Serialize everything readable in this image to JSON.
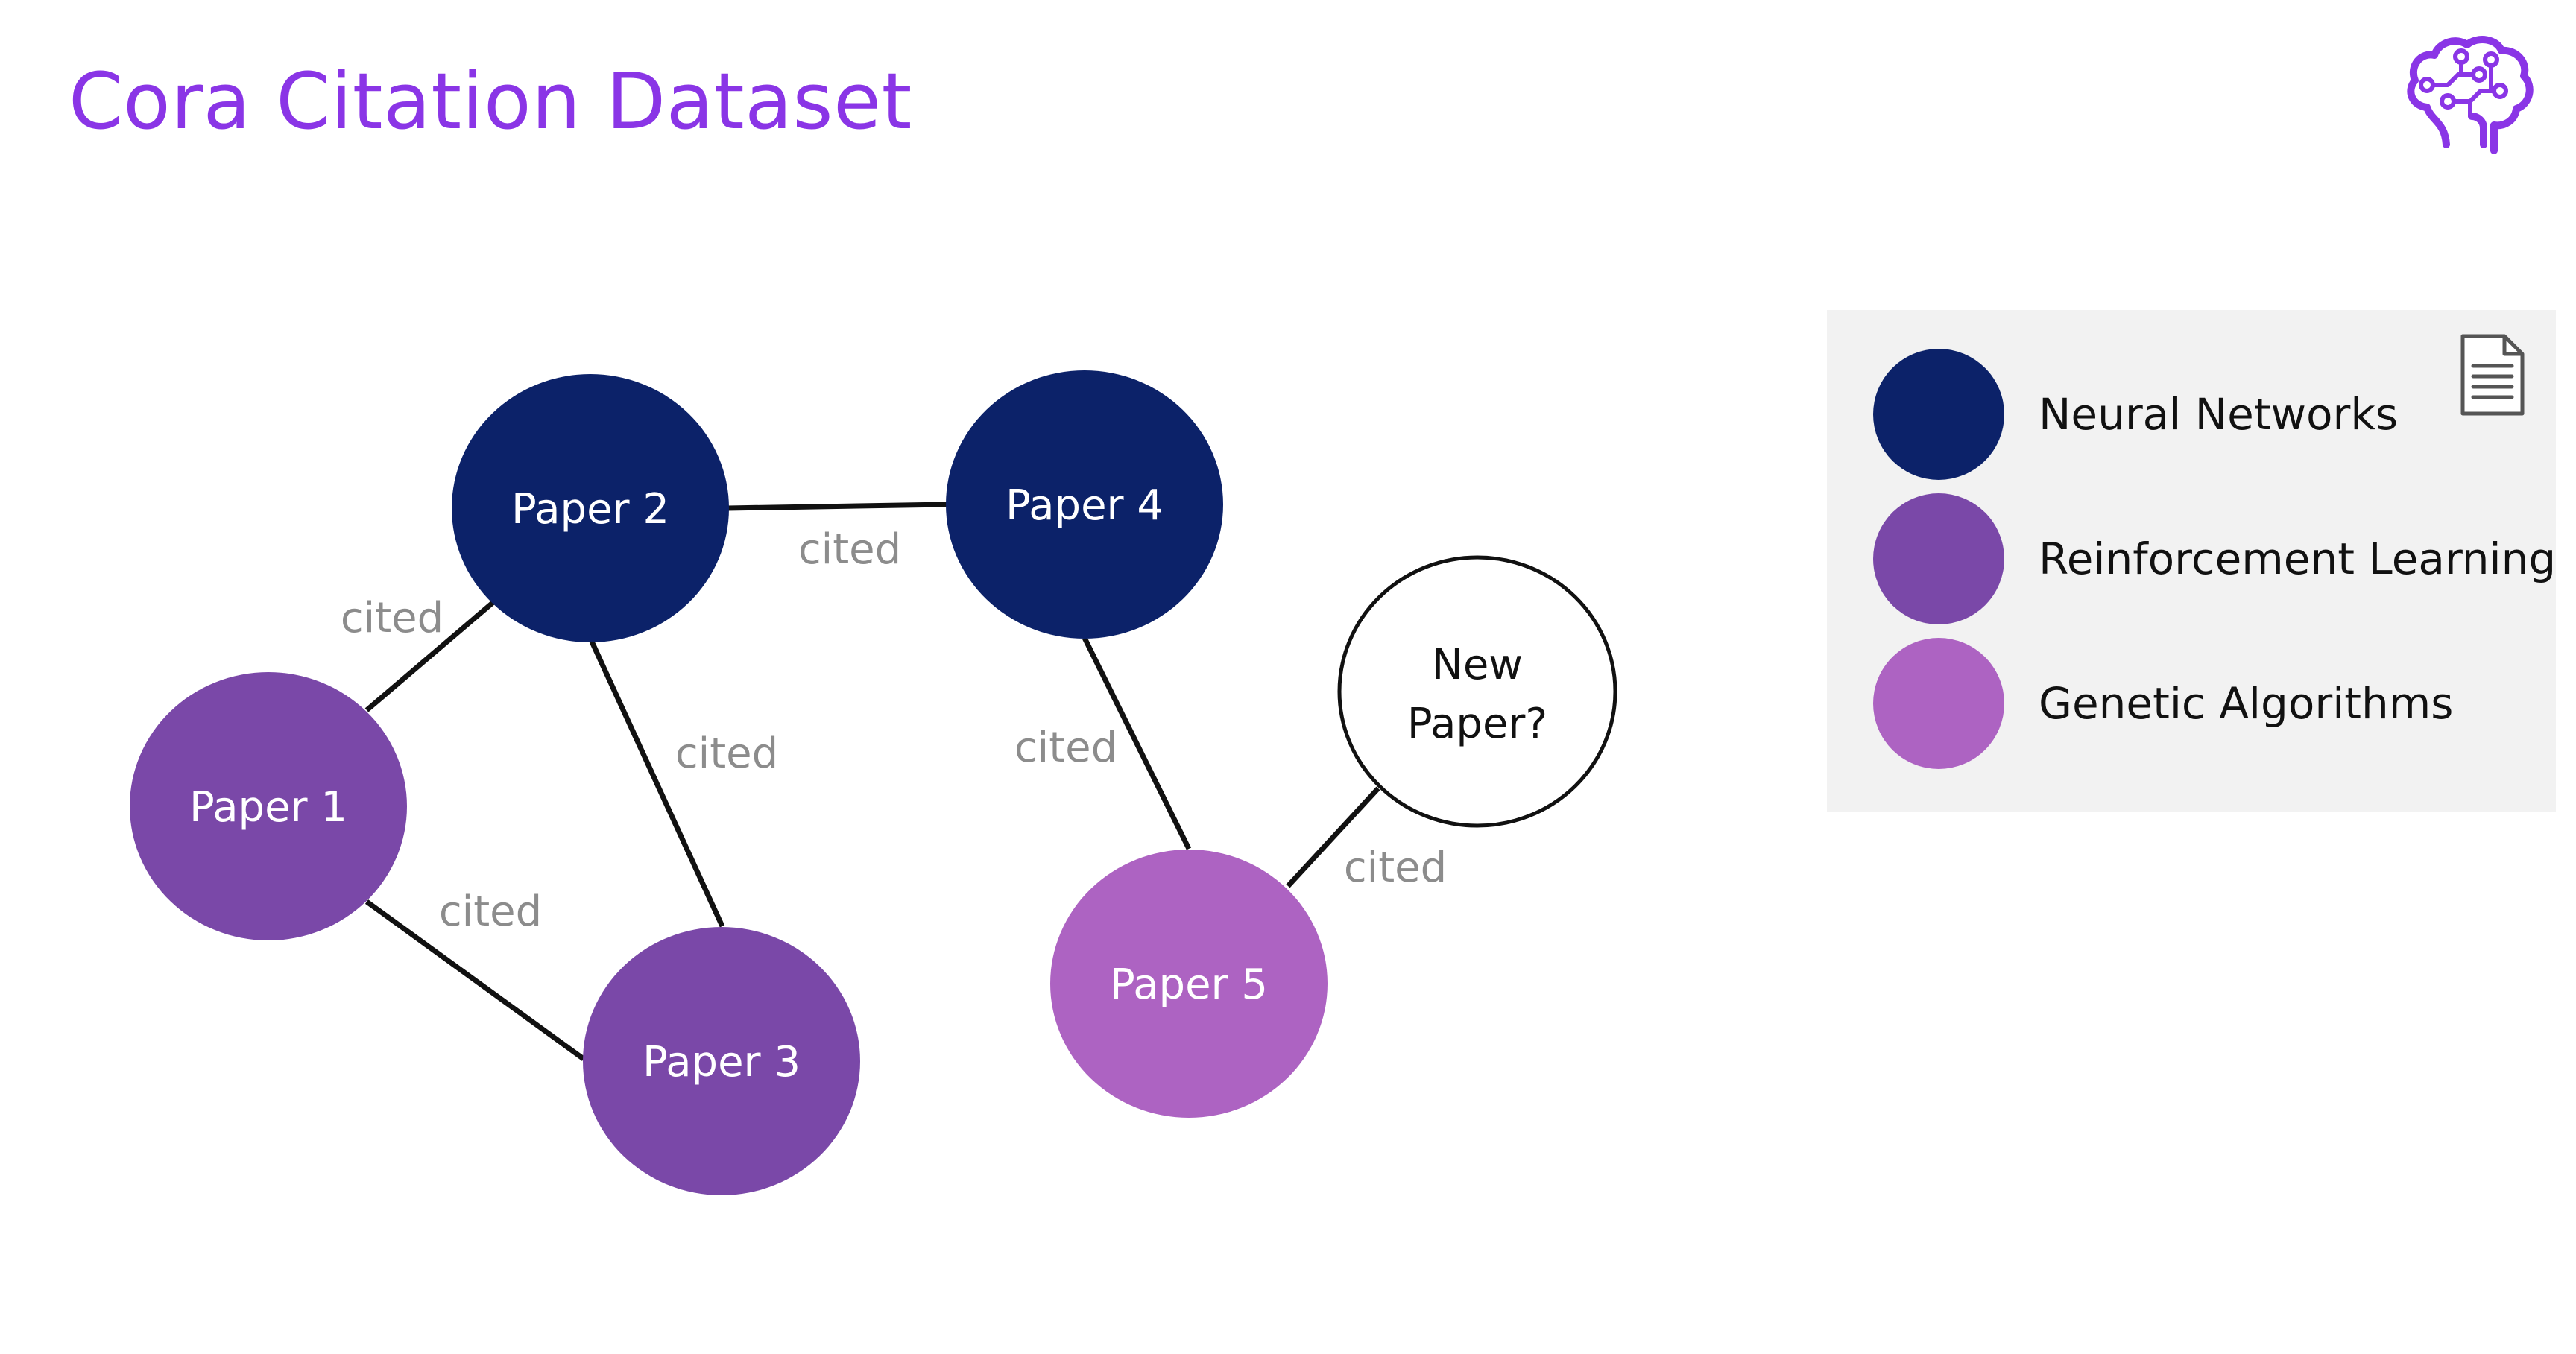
{
  "slide": {
    "title": "Cora Citation Dataset"
  },
  "colors": {
    "title": "#8a35e6",
    "neural_networks": "#0c2269",
    "reinforcement_learning": "#7a48a8",
    "genetic_algorithms": "#ad63c2",
    "unknown": "#ffffff",
    "edge": "#111111",
    "edge_label": "#8c8c8c",
    "legend_background": "#f2f2f2"
  },
  "nodes": [
    {
      "id": "paper1",
      "label": "Paper 1",
      "category": "reinforcement_learning"
    },
    {
      "id": "paper2",
      "label": "Paper 2",
      "category": "neural_networks"
    },
    {
      "id": "paper3",
      "label": "Paper 3",
      "category": "reinforcement_learning"
    },
    {
      "id": "paper4",
      "label": "Paper 4",
      "category": "neural_networks"
    },
    {
      "id": "paper5",
      "label": "Paper 5",
      "category": "genetic_algorithms"
    },
    {
      "id": "new",
      "label_lines": [
        "New",
        "Paper?"
      ],
      "category": "unknown"
    }
  ],
  "edges": [
    {
      "from": "paper1",
      "to": "paper2",
      "label": "cited"
    },
    {
      "from": "paper2",
      "to": "paper4",
      "label": "cited"
    },
    {
      "from": "paper2",
      "to": "paper3",
      "label": "cited"
    },
    {
      "from": "paper1",
      "to": "paper3",
      "label": "cited"
    },
    {
      "from": "paper4",
      "to": "paper5",
      "label": "cited"
    },
    {
      "from": "paper5",
      "to": "new",
      "label": "cited"
    }
  ],
  "legend": {
    "items": [
      {
        "label": "Neural Networks",
        "category": "neural_networks"
      },
      {
        "label": "Reinforcement Learning",
        "category": "reinforcement_learning"
      },
      {
        "label": "Genetic Algorithms",
        "category": "genetic_algorithms"
      }
    ],
    "icon": "document-icon"
  },
  "logo": {
    "icon": "brain-circuit-icon"
  }
}
